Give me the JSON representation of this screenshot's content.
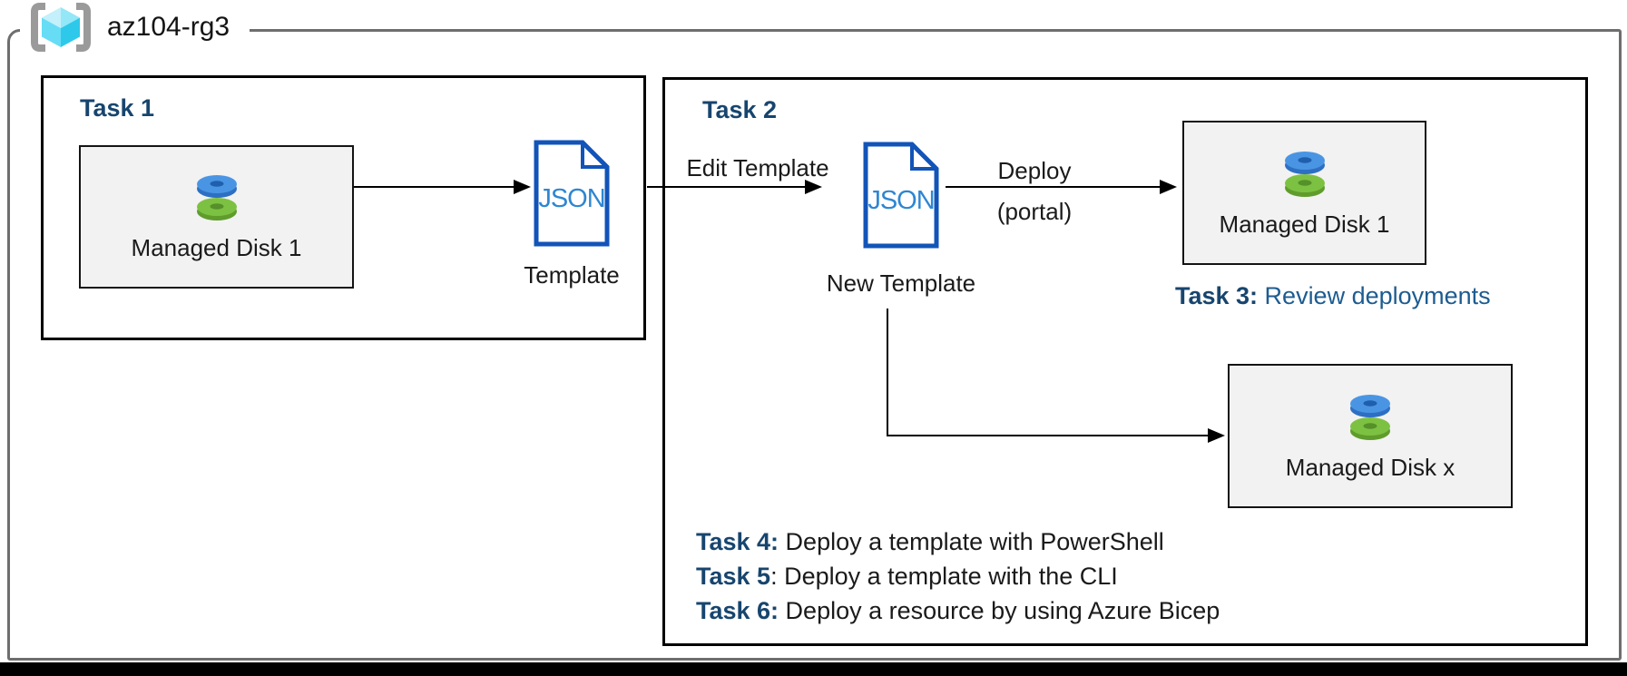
{
  "resource_group": {
    "label": "az104-rg3"
  },
  "task1": {
    "title": "Task 1",
    "disk": {
      "label": "Managed Disk 1"
    },
    "template": {
      "doc_text": "JSON",
      "caption": "Template"
    }
  },
  "task2": {
    "title": "Task 2",
    "edit_arrow_label": "Edit Template",
    "new_template": {
      "doc_text": "JSON",
      "caption": "New Template"
    },
    "deploy_label": {
      "line1": "Deploy",
      "line2": "(portal)"
    },
    "disk1": {
      "label": "Managed Disk 1"
    },
    "task3": {
      "bold": "Task 3:",
      "rest": " Review deployments"
    },
    "diskx": {
      "label": "Managed Disk x"
    },
    "task_list": [
      {
        "bold": "Task 4:",
        "rest": " Deploy a template with PowerShell"
      },
      {
        "bold": "Task 5",
        "rest": ": Deploy a template with the CLI"
      },
      {
        "bold": "Task 6:",
        "rest": " Deploy a resource by using Azure Bicep"
      }
    ]
  },
  "colors": {
    "task_label_navy": "#17456e",
    "task_text_blue": "#1d5c90",
    "doc_border_blue": "#1254b8",
    "doc_text_blue": "#2e86d2",
    "frame_border_gray": "#6e6e6e",
    "card_fill_gray": "#f2f2f2",
    "disk_blue": "#4a95e3",
    "disk_green": "#7dc142",
    "cube_cyan": "#50d7f2"
  }
}
